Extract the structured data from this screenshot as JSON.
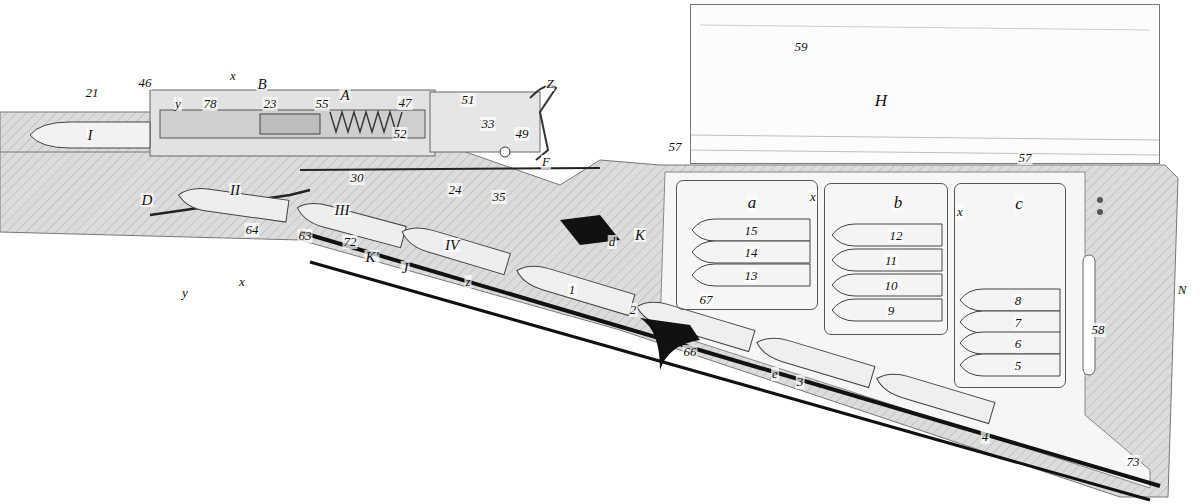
{
  "diagram": {
    "nodes": [
      {
        "text": [
          "59",
          "H"
        ]
      },
      {
        "text": [
          "a",
          "15",
          "14",
          "13"
        ]
      },
      {
        "text": [
          "b",
          "12",
          "11",
          "10",
          "9"
        ]
      },
      {
        "text": [
          "c",
          "8",
          "7",
          "6",
          "5"
        ]
      }
    ],
    "labels": [
      "21",
      "46",
      "y",
      "x",
      "78",
      "B",
      "23",
      "55",
      "A",
      "47",
      "51",
      "Z",
      "33",
      "49",
      "F",
      "I",
      "52",
      "D",
      "II",
      "30",
      "24",
      "35",
      "64",
      "63",
      "72",
      "K'",
      "III",
      "J",
      "IV",
      "y",
      "x",
      "z",
      "1",
      "2",
      "3",
      "4",
      "66",
      "e",
      "d",
      "K",
      "67",
      "57",
      "57",
      "x",
      "x",
      "58",
      "N",
      "73"
    ]
  }
}
